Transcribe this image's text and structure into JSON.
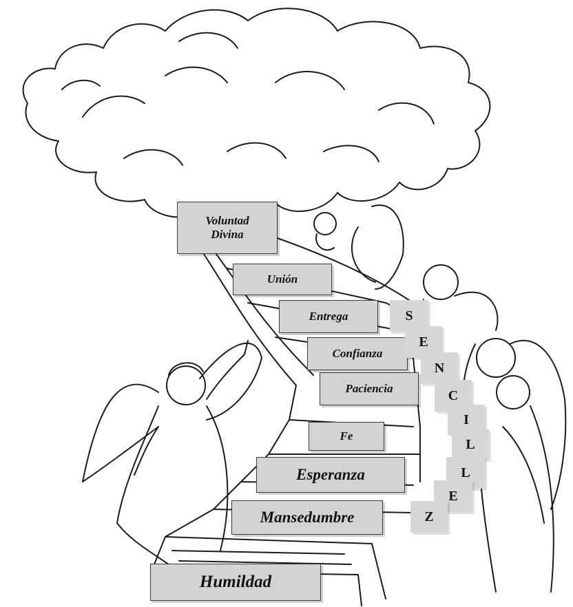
{
  "steps": [
    {
      "label": "Voluntad\nDivina"
    },
    {
      "label": "Unión"
    },
    {
      "label": "Entrega"
    },
    {
      "label": "Confianza"
    },
    {
      "label": "Paciencia"
    },
    {
      "label": "Fe"
    },
    {
      "label": "Esperanza"
    },
    {
      "label": "Mansedumbre"
    },
    {
      "label": "Humildad"
    }
  ],
  "sencillez_letters": [
    "S",
    "E",
    "N",
    "C",
    "I",
    "L",
    "L",
    "E",
    "Z"
  ],
  "colors": {
    "box_fill": "#d3d3d3",
    "box_border": "#3a3a3a",
    "ink": "#111111",
    "background": "#ffffff"
  }
}
